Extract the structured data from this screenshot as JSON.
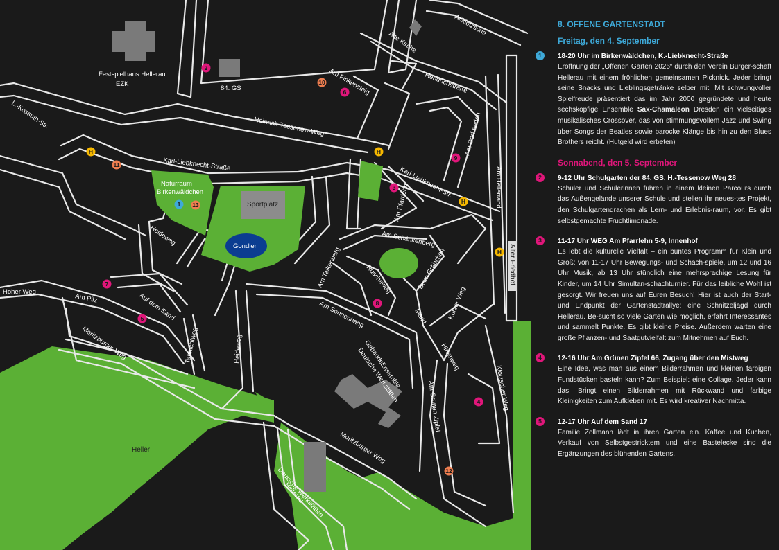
{
  "colors": {
    "background": "#1a1a1a",
    "road": "#e8e8e8",
    "green": "#5bb035",
    "building": "#7a7a7a",
    "pond": "#0b3d91",
    "blue_marker": "#3ea9d8",
    "magenta_marker": "#e0167a",
    "orange_marker": "#ee7d4f",
    "yellow_marker": "#f6b800"
  },
  "map": {
    "labels": {
      "festspielhaus": "Festspielhaus Hellerau",
      "ezk": "EZK",
      "gs84": "84. GS",
      "alte_kirche": "Alte Kirche",
      "altklotzsche": "Altklotzsche",
      "am_finkensteig": "Am Finkensteig",
      "hendrichstrasse": "Hendrichstraße",
      "l_kossuth": "L.-Kossuth-Str.",
      "heinrich_tessenow": "Heinrich-Tessenow-Weg",
      "karl_liebknecht_1": "Karl-Liebknecht-Straße",
      "karl_liebknecht_2": "Karl-Liebknecht-Str.",
      "am_dorfrieden": "Am Dorf rieden",
      "am_hellerrand": "Am Hellerrand",
      "naturraum_1": "Naturraum",
      "naturraum_2": "Birkenwäldchen",
      "sportplatz": "Sportplatz",
      "gondler": "Gondler",
      "am_pfarrlehn": "Am Pfarrlehn",
      "am_schaenkenberg": "Am Schänkenberg",
      "heideweg_1": "Heideweg",
      "heideweg_2": "Heideweg",
      "am_talkenberg": "Am Talkenberg",
      "ruscheweg": "Ruscheweg",
      "beim_graebchen": "Beim Gräbchen",
      "alter_friedhof": "Alter Friedhof",
      "hoher_weg": "Hoher Weg",
      "am_pilz": "Am Pilz",
      "auf_dem_sand": "Auf dem Sand",
      "am_sonnenhang": "Am Sonnenhang",
      "markt": "Markt",
      "kurzer_weg": "Kurzer Weg",
      "tannichtweg": "Tannichtweg",
      "moritzburger_weg_1": "Moritzburger Weg",
      "moritzburger_weg_2": "Moritzburger Weg",
      "gebaeude_1": "GebäudeEnsemble",
      "gebaeude_2": "Deutsche Werkstätten",
      "hirtenweg": "Hirtenweg",
      "am_gruenen_zipfel": "Am Grünen Zipfel",
      "klotzscher_weg": "Klotzscher Weg",
      "heller": "Heller",
      "dw_1": "Deutsche Werkstätten",
      "dw_2": "Hellerau"
    },
    "markers": [
      {
        "id": "m1",
        "text": "1",
        "color": "#3ea9d8"
      },
      {
        "id": "m2",
        "text": "2",
        "color": "#e0167a"
      },
      {
        "id": "m3",
        "text": "3",
        "color": "#e0167a"
      },
      {
        "id": "m4",
        "text": "4",
        "color": "#e0167a"
      },
      {
        "id": "m5",
        "text": "5",
        "color": "#e0167a"
      },
      {
        "id": "m6",
        "text": "6",
        "color": "#e0167a"
      },
      {
        "id": "m7",
        "text": "7",
        "color": "#e0167a"
      },
      {
        "id": "m8",
        "text": "8",
        "color": "#e0167a"
      },
      {
        "id": "m9",
        "text": "9",
        "color": "#e0167a"
      },
      {
        "id": "m10",
        "text": "10",
        "color": "#ee7d4f"
      },
      {
        "id": "m11",
        "text": "11",
        "color": "#ee7d4f"
      },
      {
        "id": "m12",
        "text": "12",
        "color": "#ee7d4f"
      },
      {
        "id": "m13",
        "text": "13",
        "color": "#ee7d4f"
      },
      {
        "id": "h1",
        "text": "H",
        "color": "#f6b800"
      },
      {
        "id": "h2",
        "text": "H",
        "color": "#f6b800"
      },
      {
        "id": "h3",
        "text": "H",
        "color": "#f6b800"
      },
      {
        "id": "h4",
        "text": "H",
        "color": "#f6b800"
      }
    ]
  },
  "sidebar": {
    "title": "8. OFFENE GARTENSTADT",
    "day1": "Freitag, den 4. September",
    "day2": "Sonnabend, den 5. September",
    "events": [
      {
        "num": "1",
        "color": "#3ea9d8",
        "head": "18-20 Uhr im Birkenwäldchen, K.-Liebknecht-Straße",
        "body_a": "Eröffnung der „Offenen Gärten 2026“ durch den Verein Bürger-schaft Hellerau mit einem fröhlichen gemeinsamen Picknick. Jeder bringt seine Snacks und Lieblingsgetränke selber mit. Mit schwungvoller Spielfreude präsentiert das im Jahr 2000 gegründete und heute sechsköpfige Ensemble ",
        "body_bold": "Sax-Chamäleon",
        "body_b": " Dresden ein vielseitiges musikalisches Crossover, das von stimmungsvollem Jazz und Swing über Songs der Beatles sowie barocke Klänge bis hin zu den Blues Brothers reicht. (Hutgeld wird erbeten)"
      },
      {
        "num": "2",
        "color": "#e0167a",
        "head": "9-12 Uhr Schulgarten der 84. GS, H.-Tessenow Weg 28",
        "body": "Schüler und Schülerinnen führen in einem kleinen Parcours durch das Außengelände unserer Schule und stellen ihr neues-tes Projekt, den Schulgartendrachen als Lern- und Erlebnis-raum, vor. Es gibt selbstgemachte Fruchtlimonade."
      },
      {
        "num": "3",
        "color": "#e0167a",
        "head": "11-17 Uhr WEG Am Pfarrlehn 5-9, Innenhof",
        "body": "Es lebt die kulturelle Vielfalt – ein buntes Programm für Klein und Groß: von 11-17 Uhr Bewegungs- und Schach-spiele, um 12 und 16 Uhr Musik, ab 13 Uhr stündlich eine mehrsprachige Lesung für Kinder, um 14 Uhr Simultan-schachturnier. Für das leibliche Wohl ist gesorgt. Wir freuen uns auf Euren Besuch! Hier ist auch der Start- und Endpunkt der Gartenstadtrallye: eine Schnitzeljagd durch Hellerau. Be-sucht so viele Gärten wie möglich, erfahrt Interessantes und sammelt Punkte. Es gibt kleine Preise. Außerdem warten eine große Pflanzen- und Saatgutvielfalt zum Mitnehmen auf Euch."
      },
      {
        "num": "4",
        "color": "#e0167a",
        "head": "12-16 Uhr Am Grünen Zipfel 66, Zugang über den Mistweg",
        "body": "Eine Idee, was man aus einem Bilderrahmen und kleinen farbigen Fundstücken basteln kann? Zum Beispiel: eine Collage. Jeder kann das. Bringt einen Bilderrahmen mit Rückwand und farbige Kleinigkeiten zum Aufkleben mit. Es wird kreativer Nachmitta."
      },
      {
        "num": "5",
        "color": "#e0167a",
        "head": "12-17 Uhr Auf dem Sand 17",
        "body": "Familie Zollmann lädt in ihren Garten ein. Kaffee und Kuchen, Verkauf von Selbstgestricktem und eine Bastelecke sind die Ergänzungen des blühenden Gartens."
      }
    ]
  }
}
